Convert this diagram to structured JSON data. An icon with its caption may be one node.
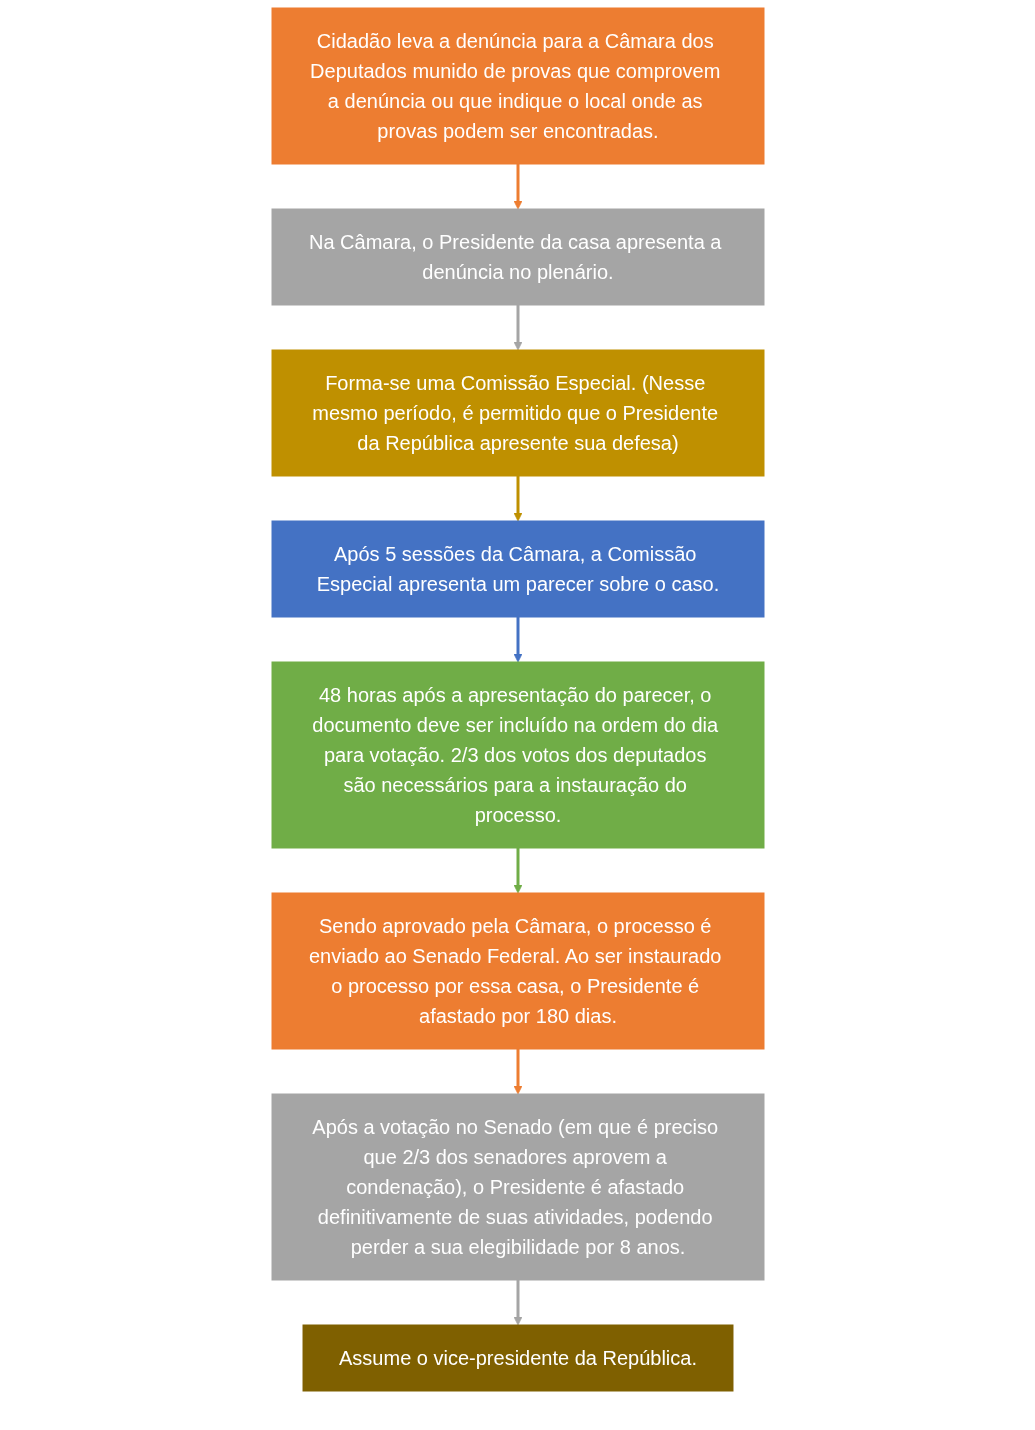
{
  "diagram": {
    "nodes": [
      {
        "text": [
          "Cidadão leva a denúncia para a Câmara dos Deputados munido de provas que comprovem a denúncia ou que indique o local onde as provas podem ser encontradas."
        ]
      },
      {
        "text": [
          "Na Câmara, o Presidente da casa apresenta a denúncia no plenário."
        ]
      },
      {
        "text": [
          "Forma-se uma Comissão Especial. (Nesse mesmo período, é permitido que o Presidente da República apresente sua defesa)"
        ]
      },
      {
        "text": [
          "Após 5 sessões da Câmara, a Comissão Especial apresenta um parecer sobre o caso."
        ]
      },
      {
        "text": [
          "48 horas após a apresentação do parecer, o documento deve ser incluído na ordem do dia para votação. 2/3 dos votos dos deputados são necessários para a instauração do processo."
        ]
      },
      {
        "text": [
          "Sendo aprovado pela Câmara, o processo é enviado ao Senado Federal. Ao ser instaurado o processo por essa casa, o Presidente é afastado por 180 dias."
        ]
      },
      {
        "text": [
          "Após a votação no Senado (em que é preciso que 2/3 dos senadores aprovem a condenação), o Presidente é afastado definitivamente de suas atividades, podendo perder a sua elegibilidade por 8 anos."
        ]
      },
      {
        "text": [
          "Assume o vice-presidente da República."
        ]
      }
    ],
    "edges": [
      {
        "from": 0,
        "to": 1,
        "arrow": "to",
        "color": "#ed7d31"
      },
      {
        "from": 1,
        "to": 2,
        "arrow": "to",
        "color": "#a5a5a5"
      },
      {
        "from": 2,
        "to": 3,
        "arrow": "to",
        "color": "#bf9000"
      },
      {
        "from": 3,
        "to": 4,
        "arrow": "to",
        "color": "#4472c4"
      },
      {
        "from": 4,
        "to": 5,
        "arrow": "to",
        "color": "#70ad47"
      },
      {
        "from": 5,
        "to": 6,
        "arrow": "to",
        "color": "#ed7d31"
      },
      {
        "from": 6,
        "to": 7,
        "arrow": "to",
        "color": "#a5a5a5"
      }
    ]
  }
}
